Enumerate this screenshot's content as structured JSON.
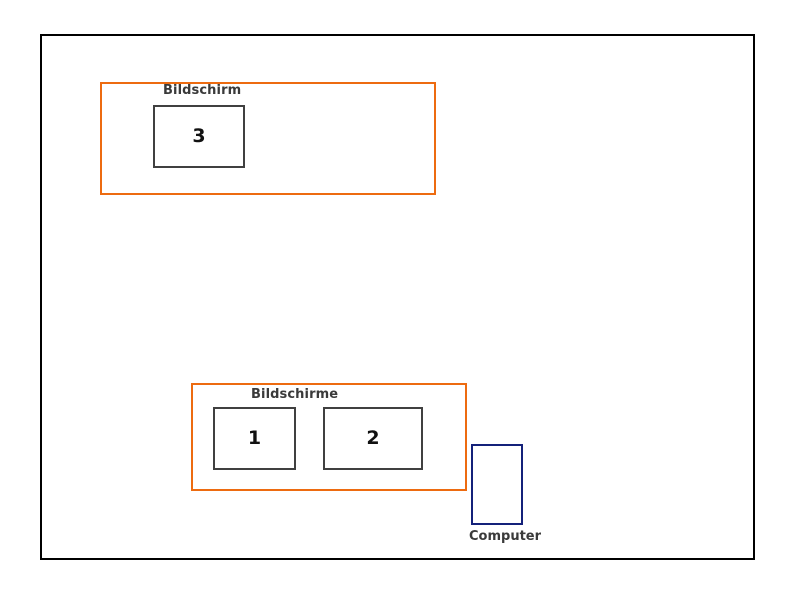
{
  "diagram": {
    "title": "",
    "colors": {
      "frame": "#000000",
      "group_border": "#ED6B10",
      "monitor_border": "#404040",
      "computer_border": "#14217A",
      "label_text": "#3A3A3A",
      "number_text": "#111111",
      "background": "#FFFFFF"
    },
    "outer_frame": {
      "name": "outer-frame"
    },
    "groups": [
      {
        "id": "group-top",
        "caption": "Bildschirm",
        "monitors": [
          {
            "id": "monitor-3",
            "label": "3"
          }
        ]
      },
      {
        "id": "group-bottom",
        "caption": "Bildschirme",
        "monitors": [
          {
            "id": "monitor-1",
            "label": "1"
          },
          {
            "id": "monitor-2",
            "label": "2"
          }
        ]
      }
    ],
    "computer": {
      "id": "computer-box",
      "caption": "Computer"
    }
  }
}
